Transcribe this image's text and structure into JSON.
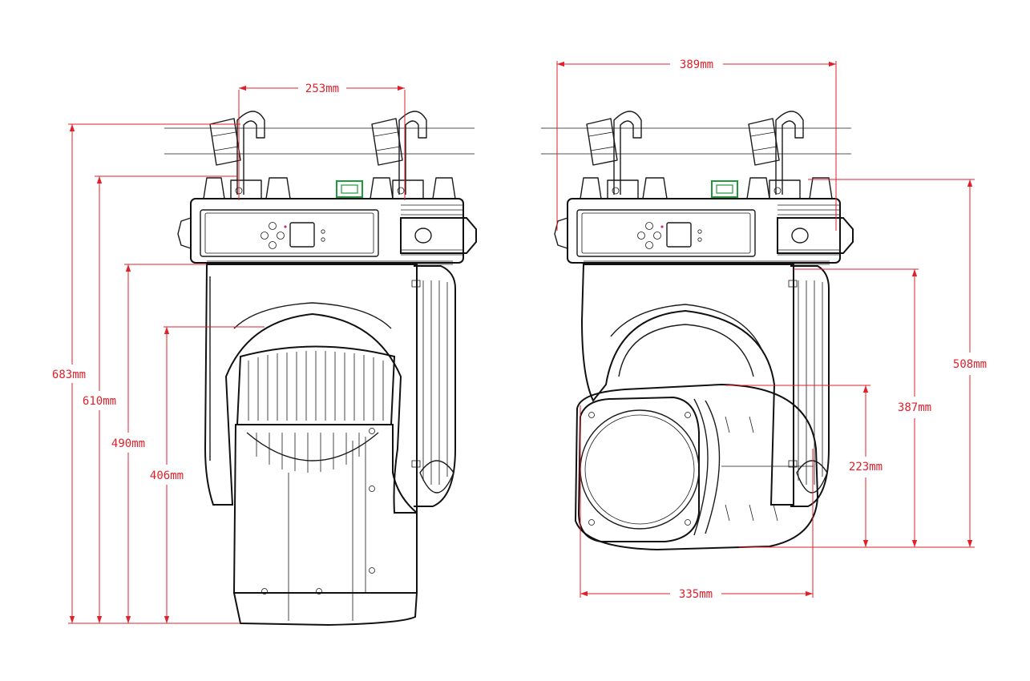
{
  "colors": {
    "dimension": "#e0202a",
    "outline": "#1a1a1a",
    "accent": "#1f9a3a",
    "background": "#ffffff"
  },
  "front_view": {
    "dimensions": {
      "clamp_spacing": "253mm",
      "total_height": "683mm",
      "height_from_base": "610mm",
      "body_height": "490mm",
      "head_height": "406mm"
    }
  },
  "side_view": {
    "dimensions": {
      "total_width": "389mm",
      "height_from_base": "508mm",
      "yoke_height": "387mm",
      "head_height": "223mm",
      "head_width": "335mm"
    }
  }
}
